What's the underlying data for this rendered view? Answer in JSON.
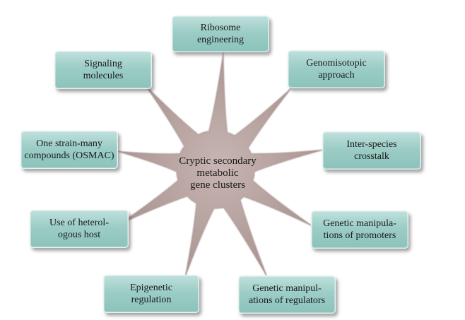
{
  "center": {
    "lines": [
      "Cryptic secondary",
      "metabolic",
      "gene clusters"
    ]
  },
  "nodes": [
    {
      "id": "ribosome-engineering",
      "lines": [
        "Ribosome",
        "engineering"
      ]
    },
    {
      "id": "genomisotopic-approach",
      "lines": [
        "Genomisotopic",
        "approach"
      ]
    },
    {
      "id": "inter-species-crosstalk",
      "lines": [
        "Inter-species",
        "crosstalk"
      ]
    },
    {
      "id": "genetic-manipulations-promoters",
      "lines": [
        "Genetic manipula-",
        "tions of promoters"
      ]
    },
    {
      "id": "genetic-manipulations-regulators",
      "lines": [
        "Genetic manipul-",
        "ations of regulators"
      ]
    },
    {
      "id": "epigenetic-regulation",
      "lines": [
        "Epigenetic",
        "regulation"
      ]
    },
    {
      "id": "heterologous-host",
      "lines": [
        "Use of heterol-",
        "ogous host"
      ]
    },
    {
      "id": "osmac",
      "lines": [
        "One strain-many",
        "compounds (OSMAC)"
      ]
    },
    {
      "id": "signaling-molecules",
      "lines": [
        "Signaling",
        "molecules"
      ]
    }
  ],
  "colors": {
    "star_fill": "#b19b98",
    "node_fill": "#9ccdc6",
    "node_border": "#e8f3f1"
  }
}
